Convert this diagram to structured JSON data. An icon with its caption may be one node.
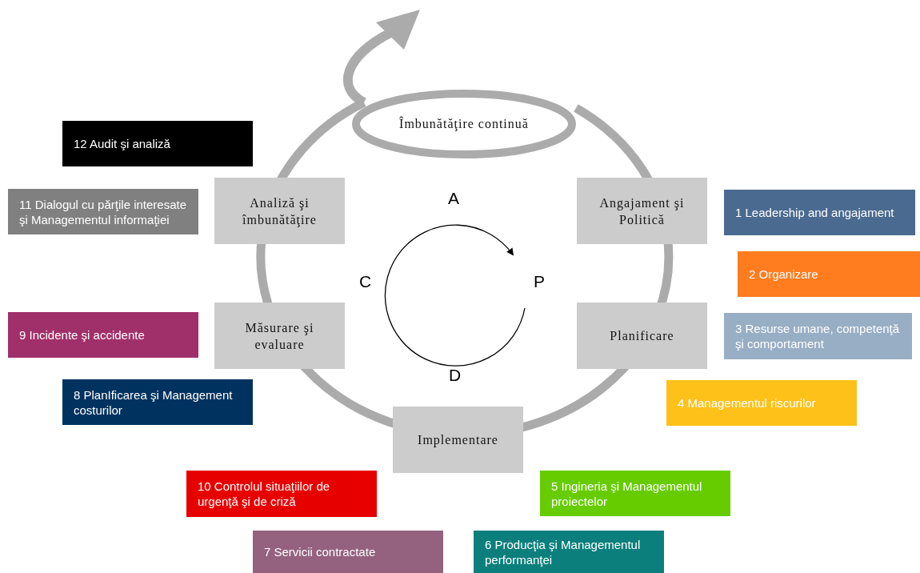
{
  "diagram": {
    "nodes": [
      {
        "text": [
          "Îmbunătăţire continuă"
        ]
      },
      {
        "text": [
          "12 Audit şi analiză"
        ]
      },
      {
        "text": [
          "Analiză şi îmbunătăţire"
        ]
      },
      {
        "text": [
          "Angajament şi Politică"
        ]
      },
      {
        "text": [
          "11 Dialogul cu părţile interesate şi Managementul informaţiei"
        ]
      },
      {
        "text": [
          "1 Leadership and angajament"
        ]
      },
      {
        "text": [
          "2 Organizare"
        ]
      },
      {
        "text": [
          "Măsurare şi evaluare"
        ]
      },
      {
        "text": [
          "Planificare"
        ]
      },
      {
        "text": [
          "9 Incidente şi accidente"
        ]
      },
      {
        "text": [
          "3 Resurse umane, competenţă şi comportament"
        ]
      },
      {
        "text": [
          "4 Managementul riscurilor"
        ]
      },
      {
        "text": [
          "8 PlanIficarea şi Management costurilor"
        ]
      },
      {
        "text": [
          "Implementare"
        ]
      },
      {
        "text": [
          "10 Controlul situaţiilor de urgenţă şi de criză"
        ]
      },
      {
        "text": [
          "5 Ingineria şi Managementul proiectelor"
        ]
      },
      {
        "text": [
          "7 Servicii contractate"
        ]
      },
      {
        "text": [
          "6 Producţia şi Managementul performanţei"
        ]
      }
    ],
    "labels": [
      "A",
      "C",
      "P",
      "D"
    ]
  }
}
